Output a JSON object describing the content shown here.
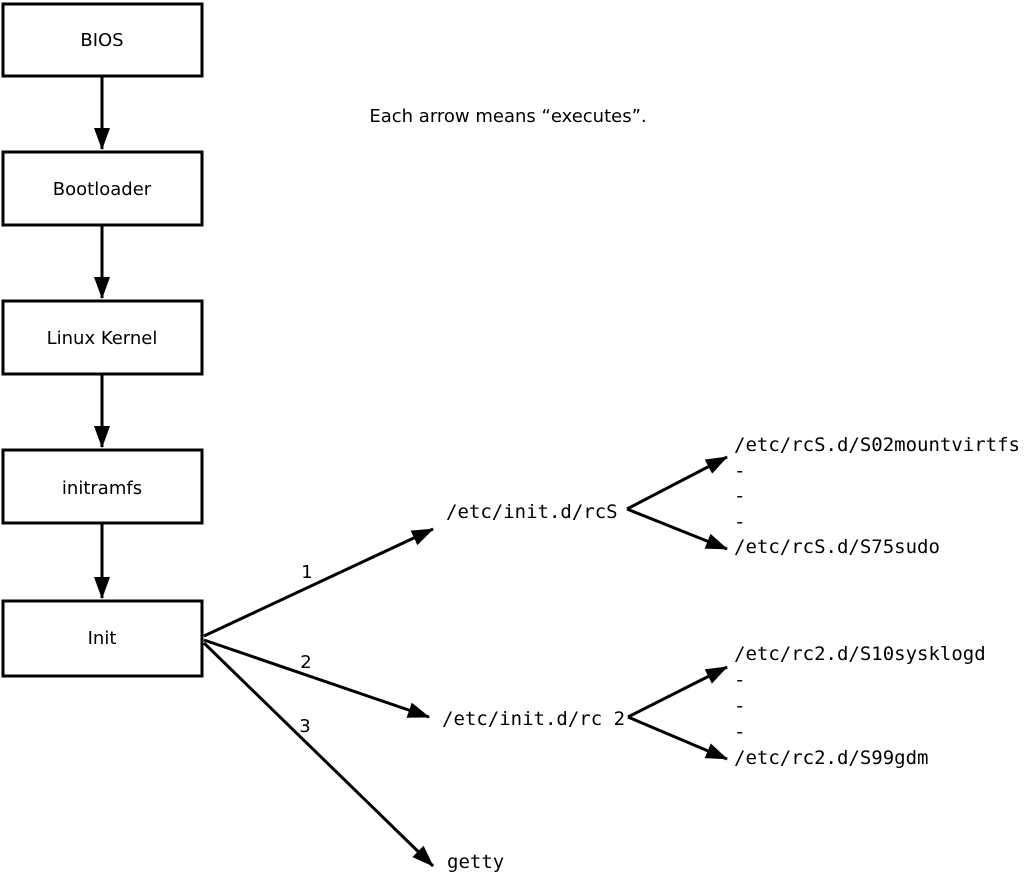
{
  "note": "Each arrow means “executes”.",
  "chain": [
    {
      "label": "BIOS"
    },
    {
      "label": "Bootloader"
    },
    {
      "label": "Linux Kernel"
    },
    {
      "label": "initramfs"
    },
    {
      "label": "Init"
    }
  ],
  "branches": [
    {
      "order": "1",
      "target": "/etc/init.d/rcS",
      "children": [
        "/etc/rcS.d/S02mountvirtfs",
        "-",
        "-",
        "-",
        "/etc/rcS.d/S75sudo"
      ]
    },
    {
      "order": "2",
      "target": "/etc/init.d/rc 2",
      "children": [
        "/etc/rc2.d/S10sysklogd",
        "-",
        "-",
        "-",
        "/etc/rc2.d/S99gdm"
      ]
    },
    {
      "order": "3",
      "target": "getty",
      "children": []
    }
  ],
  "colors": {
    "ink": "#000000",
    "background": "#ffffff"
  }
}
